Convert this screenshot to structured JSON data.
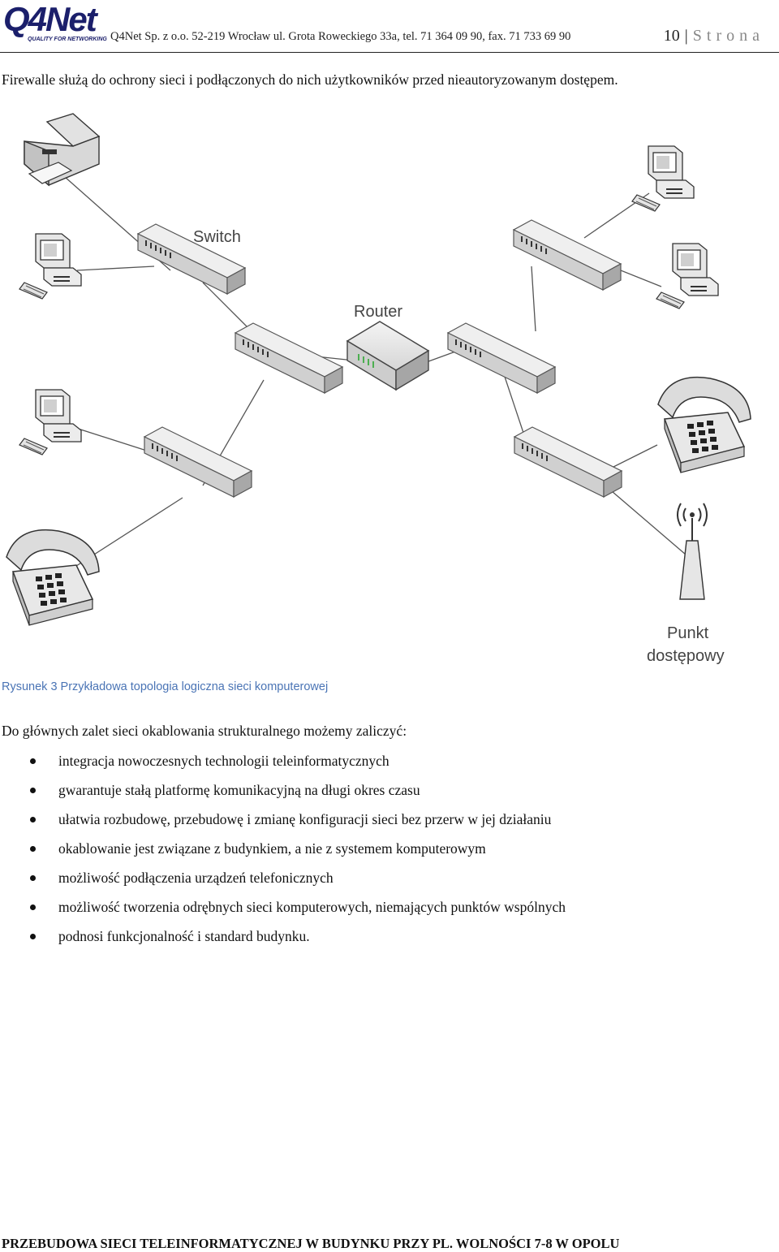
{
  "header": {
    "logo_text": "Q4Net",
    "logo_tagline": "QUALITY FOR NETWORKING",
    "company_info": "Q4Net Sp. z o.o. 52-219 Wrocław ul. Grota Roweckiego 33a, tel. 71 364 09 90, fax. 71 733 69 90",
    "page_number": "10",
    "page_word": "Strona"
  },
  "intro": "Firewalle służą do ochrony sieci i podłączonych do nich użytkowników przed nieautoryzowanym dostępem.",
  "figure": {
    "labels": {
      "switch": "Switch",
      "router": "Router",
      "access_point_line1": "Punkt",
      "access_point_line2": "dostępowy"
    }
  },
  "caption": "Rysunek 3 Przykładowa topologia logiczna sieci komputerowej",
  "lead": "Do głównych zalet sieci okablowania strukturalnego możemy zaliczyć:",
  "bullets": [
    "integracja nowoczesnych technologii teleinformatycznych",
    "gwarantuje stałą platformę komunikacyjną na długi okres czasu",
    "ułatwia rozbudowę, przebudowę i zmianę konfiguracji sieci bez przerw w jej działaniu",
    "okablowanie jest związane z budynkiem, a nie z systemem komputerowym",
    "możliwość podłączenia urządzeń telefonicznych",
    "możliwość tworzenia odrębnych sieci komputerowych, niemających punktów wspólnych",
    "podnosi funkcjonalność i standard budynku."
  ],
  "footer": "PRZEBUDOWA SIECI TELEINFORMATYCZNEJ W BUDYNKU PRZY PL. WOLNOŚCI 7-8 W OPOLU"
}
